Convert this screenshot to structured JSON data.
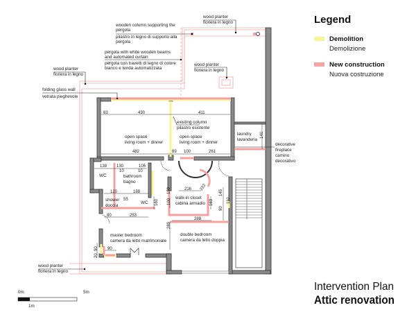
{
  "legend": {
    "title": "Legend",
    "demolition_en": "Demolition",
    "demolition_it": "Demolizione",
    "new_en": "New construction",
    "new_it": "Nuova costruzione",
    "demolition_color": "#fbf59a",
    "new_color": "#f4a6a6"
  },
  "title": {
    "line1": "Intervention Plan",
    "line2": "Attic renovation"
  },
  "scale": {
    "start": "0m",
    "end": "5m",
    "unit": "1m"
  },
  "annotations": {
    "column_en": [
      "wooden column supporting the",
      "pergola"
    ],
    "column_it": [
      "pilastro in legno di supporto alla",
      "pergola"
    ],
    "planter_top": [
      "wood planter",
      "fioriera in legno"
    ],
    "pergola_en": [
      "pergola with white wooden beams",
      "and automated curtain"
    ],
    "pergola_it": [
      "pergola con travetti di legno di colore",
      "bianco e tenda automatizzata"
    ],
    "planter_right": [
      "wood planter",
      "fioriera in legno"
    ],
    "planter_left": [
      "wood planter",
      "fioriera in legno"
    ],
    "glass_wall_en": "folding glass wall",
    "glass_wall_it": "vetrata pieghevole",
    "existing_column": [
      "existing column",
      "pilastro esistente"
    ],
    "fireplace": [
      "decorative",
      "fireplace",
      "camino",
      "decorativo"
    ],
    "planter_bottom": [
      "wood planter",
      "fioriera in legno"
    ]
  },
  "rooms": {
    "open_space_left": [
      "open space",
      "living room + dinner"
    ],
    "open_space_right": [
      "open space",
      "living room + dinner"
    ],
    "laundry": [
      "laundry",
      "lavanderia"
    ],
    "wc1": "WC",
    "bathroom": [
      "bathroom",
      "bagno"
    ],
    "shower": [
      "shower",
      "doccia"
    ],
    "wc2": "WC",
    "closet": [
      "walk-in closet",
      "cabina armadio"
    ],
    "master": [
      "master bedroom",
      "camera da letto matrimoniale"
    ],
    "double": [
      "double bedroom",
      "camera da letto doppia"
    ]
  },
  "dimensions": {
    "d63": "63",
    "d430": "430",
    "d411": "411",
    "d140": "140",
    "d482": "482",
    "d89": "89",
    "d100": "100",
    "d261": "261",
    "d138": "138",
    "d130": "130",
    "d105": "105",
    "d10a": "10",
    "d10b": "10",
    "d120": "120",
    "d188": "188",
    "d55": "55",
    "d160": "160",
    "d159": "159",
    "d100b": "100",
    "d216": "216",
    "d222": "222",
    "d163": "163",
    "d145": "145",
    "d110": "110",
    "d90a": "90",
    "d80": "80",
    "d253": "253",
    "d288": "288",
    "d289": "289",
    "d90b": "90",
    "d20": "20",
    "d90c": "90"
  }
}
